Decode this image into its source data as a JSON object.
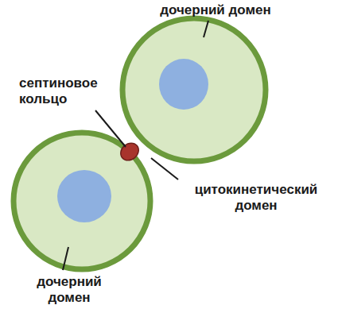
{
  "diagram": {
    "labels": [
      "дочерний домен",
      "септиновое кольцо",
      "цитокинетический домен",
      "дочерний домен"
    ]
  }
}
